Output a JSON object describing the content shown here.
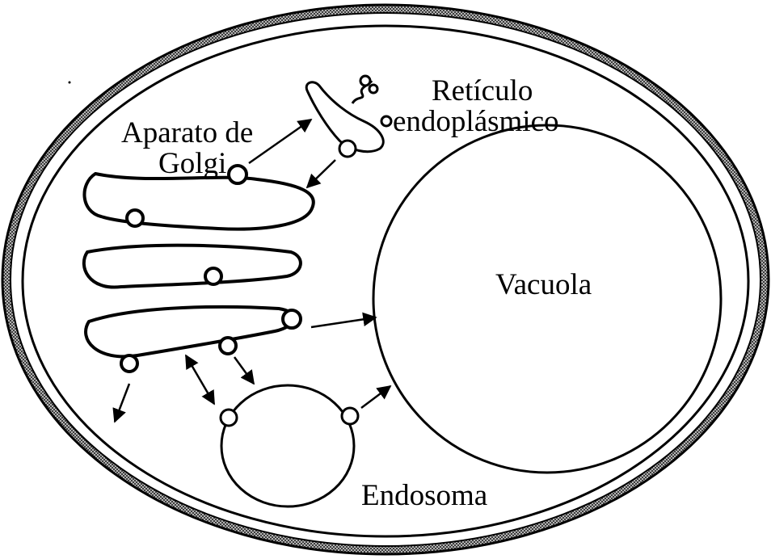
{
  "labels": {
    "er_line1": "Retículo",
    "er_line2": "endoplásmico",
    "golgi_line1": "Aparato de",
    "golgi_line2": "Golgi",
    "vacuole": "Vacuola",
    "endosome": "Endosoma"
  },
  "colors": {
    "ink": "#000000",
    "background": "#ffffff",
    "membrane_band": "#9a9a9a"
  }
}
